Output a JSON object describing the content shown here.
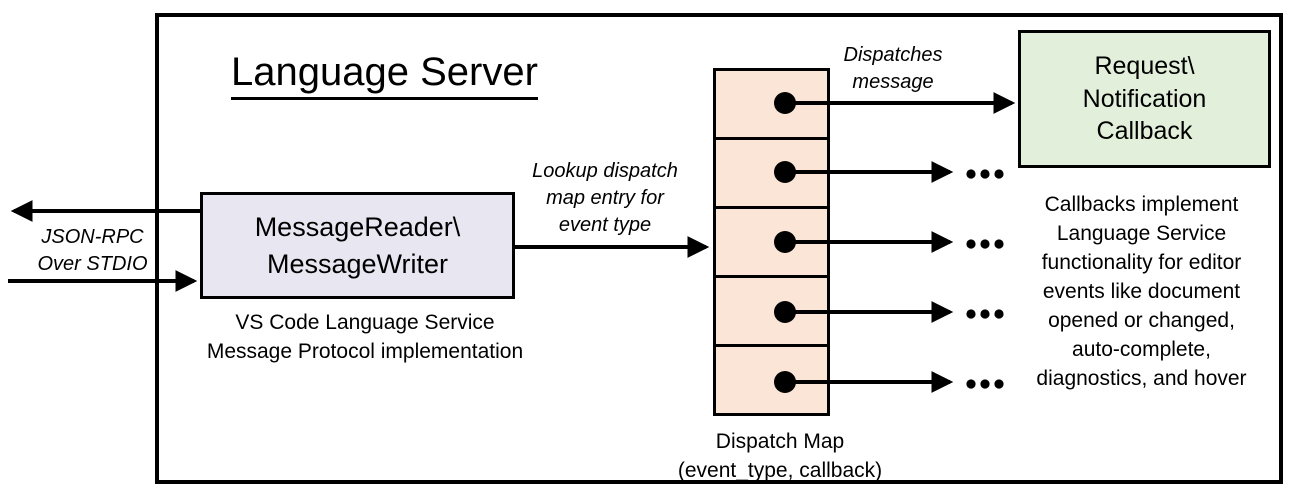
{
  "title": "Language Server",
  "io": {
    "label": "JSON-RPC\nOver STDIO"
  },
  "message_handler": {
    "label": "MessageReader\\\nMessageWriter",
    "caption": "VS Code Language Service\nMessage Protocol implementation",
    "fill": "#E8E7F1"
  },
  "lookup": {
    "label": "Lookup dispatch\nmap entry for\nevent type"
  },
  "dispatch_map": {
    "caption": "Dispatch Map\n(event_type, callback)",
    "fill": "#FBE5D6",
    "cell_count": "5",
    "ellipsis": "..."
  },
  "dispatches": {
    "label": "Dispatches\nmessage"
  },
  "callback": {
    "label": "Request\\\nNotification\nCallback",
    "fill": "#E2EFDA",
    "note": "Callbacks implement\nLanguage Service\nfunctionality for editor\nevents like document\nopened or changed,\nauto-complete,\ndiagnostics, and hover"
  },
  "colors": {
    "line": "#000000",
    "background": "#FFFFFF"
  }
}
